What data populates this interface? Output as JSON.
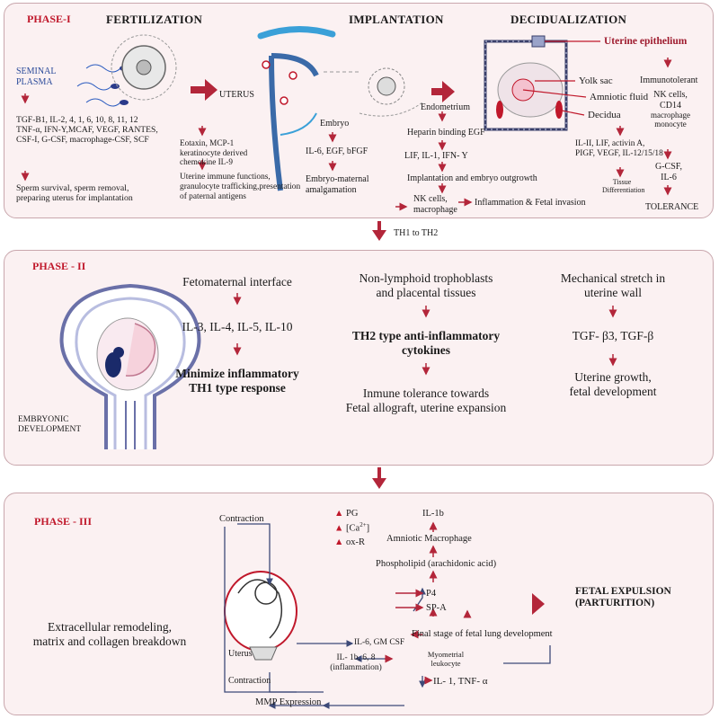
{
  "phase1": {
    "phase_label": "PHASE-I",
    "fertilization": {
      "heading": "FERTILIZATION",
      "seminal_plasma": [
        "SEMINAL",
        "PLASMA"
      ],
      "cytokines": [
        "TGF-B1, IL-2, 4, 1, 6, 10, 8, 11, 12",
        "TNF-α, IFN-Y,MCAF, VEGF, RANTES,",
        "CSF-I, G-CSF, macrophage-CSF, SCF"
      ],
      "outcome": [
        "Sperm survival, sperm removal,",
        "preparing uterus for implantation"
      ]
    },
    "uterus": {
      "label": "UTERUS",
      "factors": [
        "Eotaxin, MCP-1",
        "keratinocyte derived",
        "chemokine IL-9"
      ],
      "functions": [
        "Uterine immune functions,",
        "granulocyte trafficking,presentation",
        "of paternal antigens"
      ]
    },
    "implantation": {
      "heading": "IMPLANTATION",
      "embryo": "Embryo",
      "embryo_factors": "IL-6, EGF, bFGF",
      "amalgamation": [
        "Embryo-maternal",
        "amalgamation"
      ],
      "endometrium": "Endometrium",
      "heparin": "Heparin binding EGF",
      "lif": "LIF, IL-1, IFN- Y",
      "outgrowth": "Implantation and embryo outgrowth",
      "nk": [
        "NK cells,",
        "macrophage"
      ],
      "inflammation": "Inflammation & Fetal invasion"
    },
    "decidualization": {
      "heading": "DECIDUALIZATION",
      "uterine_epithelium": "Uterine epithelium",
      "yolk_sac": "Yolk sac",
      "amniotic_fluid": "Amniotic fluid",
      "decidua": "Decidua",
      "immunotolerant": "Immunotolerant",
      "nk_list": [
        "NK cells,",
        "CD14",
        "macrophage",
        "monocyte"
      ],
      "gcsf": [
        "G-CSF,",
        "IL-6"
      ],
      "tolerance": "TOLERANCE",
      "decidua_factors": [
        "IL-II, LIF, activin A,",
        "PIGF, VEGF, IL-12/15/18"
      ],
      "tissue_diff": [
        "Tissue",
        "Differentiation"
      ]
    }
  },
  "transition1": "TH1 to TH2",
  "phase2": {
    "phase_label": "PHASE - II",
    "embryonic_development": [
      "EMBRYONIC",
      "DEVELOPMENT"
    ],
    "col1": {
      "title": "Fetomaternal interface",
      "cytokines": "IL-3, IL-4, IL-5, IL-10",
      "result": [
        "Minimize inflammatory",
        "TH1 type response"
      ]
    },
    "col2": {
      "title": [
        "Non-lymphoid trophoblasts",
        "and placental tissues"
      ],
      "cytokines": [
        "TH2 type anti-inflammatory",
        "cytokines"
      ],
      "result": [
        "Inmune tolerance towards",
        "Fetal allograft, uterine expansion"
      ]
    },
    "col3": {
      "title": [
        "Mechanical stretch in",
        "uterine wall"
      ],
      "cytokines": "TGF- β3, TGF-β",
      "result": [
        "Uterine growth,",
        "fetal development"
      ]
    }
  },
  "phase3": {
    "phase_label": "PHASE - III",
    "contraction_top": "Contraction",
    "contraction_bottom": "Contraction",
    "uterus": "Uterus",
    "pg": "PG",
    "ca": "[Ca",
    "ca_sup": "2+",
    "ca_close": "]",
    "oxr": "ox-R",
    "il1b": "IL-1b",
    "amniotic_macrophage": "Amniotic Macrophage",
    "phospholipid": "Phospholipid (arachidonic acid)",
    "p4": "P4",
    "spa": "SP-A",
    "fetal_expulsion": [
      "FETAL EXPULSION",
      "(PARTURITION)"
    ],
    "extracellular": [
      "Extracellular remodeling,",
      "matrix and collagen breakdown"
    ],
    "il6gm": "IL-6, GM CSF",
    "il1b68": [
      "IL- 1b, 6, 8",
      "(inflammation)"
    ],
    "final_stage": "Final stage of fetal lung development",
    "myometrial": [
      "Myometrial",
      "leukocyte"
    ],
    "il1tnf": "IL- 1, TNF- α",
    "mmp": "MMP Expression"
  },
  "colors": {
    "accent_red": "#c0182b",
    "arrow_red": "#b3263a",
    "panel_bg": "#fbf1f2",
    "line_blue": "#4a5a8a"
  }
}
